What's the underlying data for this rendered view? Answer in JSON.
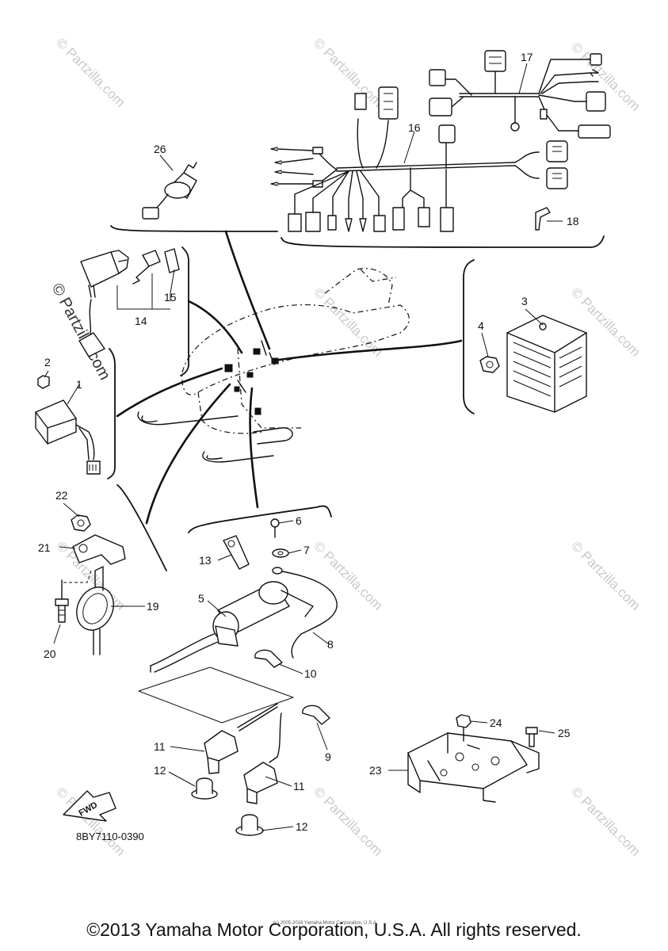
{
  "diagram": {
    "drawing_code": "8BY7110-0390",
    "direction_label": "FWD",
    "callouts": [
      {
        "id": "1",
        "part": "control-unit"
      },
      {
        "id": "2",
        "part": "nut"
      },
      {
        "id": "3",
        "part": "rectifier-regulator"
      },
      {
        "id": "4",
        "part": "nut"
      },
      {
        "id": "5",
        "part": "ignition-coil"
      },
      {
        "id": "6",
        "part": "screw"
      },
      {
        "id": "7",
        "part": "washer"
      },
      {
        "id": "8",
        "part": "lead-wire"
      },
      {
        "id": "9",
        "part": "clamp"
      },
      {
        "id": "10",
        "part": "clamp"
      },
      {
        "id": "11",
        "part": "spark-plug-cap"
      },
      {
        "id": "12",
        "part": "grommet"
      },
      {
        "id": "13",
        "part": "clamp"
      },
      {
        "id": "14",
        "part": "main-switch"
      },
      {
        "id": "15",
        "part": "key"
      },
      {
        "id": "16",
        "part": "wire-harness"
      },
      {
        "id": "17",
        "part": "sub-harness"
      },
      {
        "id": "18",
        "part": "band"
      },
      {
        "id": "19",
        "part": "horn"
      },
      {
        "id": "20",
        "part": "bolt"
      },
      {
        "id": "21",
        "part": "clamp"
      },
      {
        "id": "22",
        "part": "nut"
      },
      {
        "id": "23",
        "part": "bracket"
      },
      {
        "id": "24",
        "part": "nut"
      },
      {
        "id": "25",
        "part": "bolt"
      },
      {
        "id": "26",
        "part": "switch"
      }
    ]
  },
  "watermark": {
    "text": "© Partzilla.com",
    "color": "#c9c9c9"
  },
  "footer": {
    "copyright": "©2013 Yamaha Motor Corporation, U.S.A. All rights reserved.",
    "fine_print": "(c) 2005-2016 Yamaha Motor Corporation, U.S.A."
  }
}
